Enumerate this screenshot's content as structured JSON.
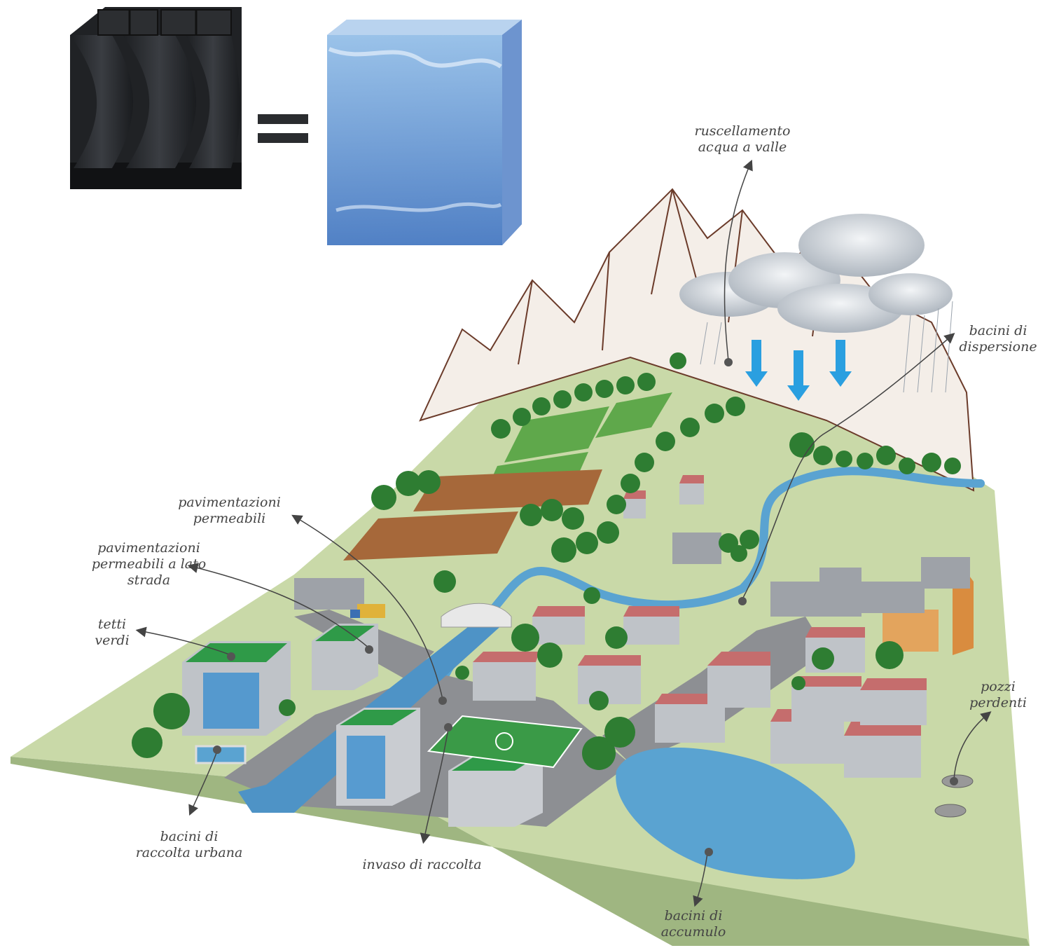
{
  "labels": {
    "runoff": "ruscellamento\nacqua a valle",
    "dispersion": "bacini di\ndispersione",
    "permeable_paving": "pavimentazioni\npermeabili",
    "roadside_paving": "pavimentazioni\npermeabili a lato\nstrada",
    "green_roofs": "tetti\nverdi",
    "soakaways": "pozzi\nperdenti",
    "urban_basins": "bacini di\nraccolta urbana",
    "collection_reservoir": "invaso di raccolta",
    "storage_basins": "bacini di\naccumulo"
  },
  "icons": [
    "storage-module-icon",
    "equals-icon",
    "water-cube-icon",
    "rain-cloud-icon",
    "rain-arrow-icon"
  ],
  "colors": {
    "terrain": "#c9d9a8",
    "road": "#8d8f93",
    "water": "#5aa3d1",
    "roof": "#c56d6d",
    "green_roof": "#2f9a48",
    "field_brown": "#a6683a",
    "field_green": "#5fa84b",
    "tree": "#2e7d32",
    "arrow_blue": "#2a9fe0",
    "label_text": "#444444"
  }
}
